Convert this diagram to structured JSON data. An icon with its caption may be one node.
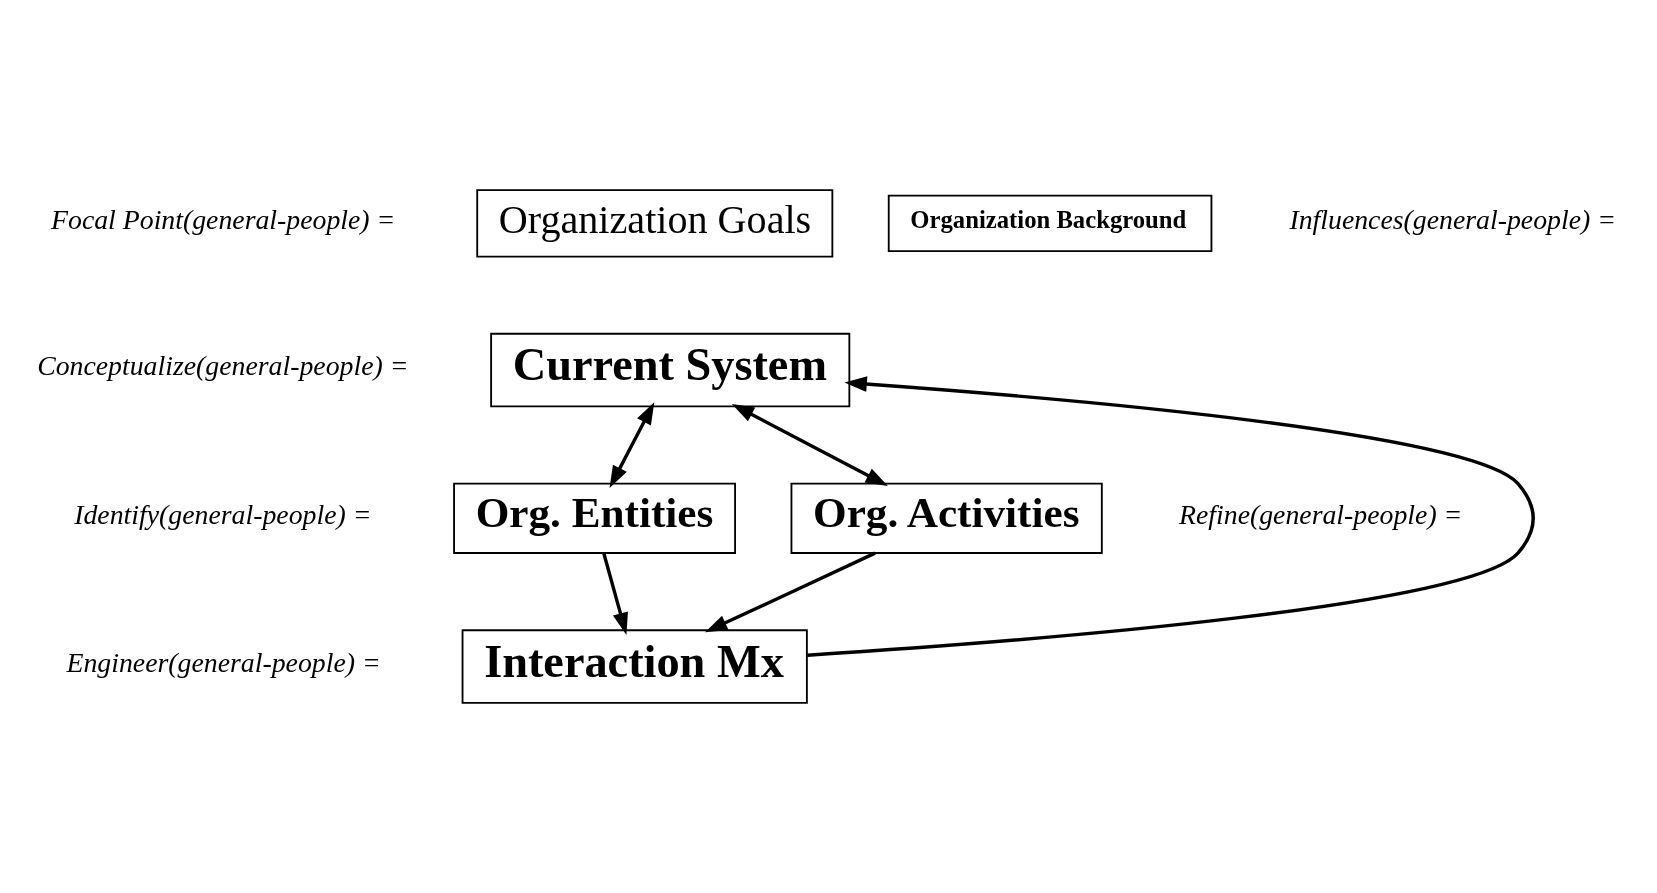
{
  "diagram": {
    "nodes": [
      {
        "text": [
          "Organization Background"
        ]
      },
      {
        "text": [
          "Current System"
        ]
      },
      {
        "text": [
          "Organization Goals"
        ]
      },
      {
        "text": [
          "Org. Entities"
        ]
      },
      {
        "text": [
          "Org. Activities"
        ]
      },
      {
        "text": [
          "Interaction Mx"
        ]
      }
    ],
    "edges": [
      {
        "from": 1,
        "to": 3,
        "arrow": "both"
      },
      {
        "from": 5,
        "to": 1,
        "arrow": "to"
      },
      {
        "from": 1,
        "to": 4,
        "arrow": "both"
      },
      {
        "from": 3,
        "to": 5,
        "arrow": "to"
      },
      {
        "from": 4,
        "to": 5,
        "arrow": "to"
      }
    ],
    "labels": [
      "Influences(general-people) =",
      "Focal Point(general-people) =",
      "Conceptualize(general-people) =",
      "Identify(general-people) =",
      "Refine(general-people) =",
      "Engineer(general-people) ="
    ]
  }
}
